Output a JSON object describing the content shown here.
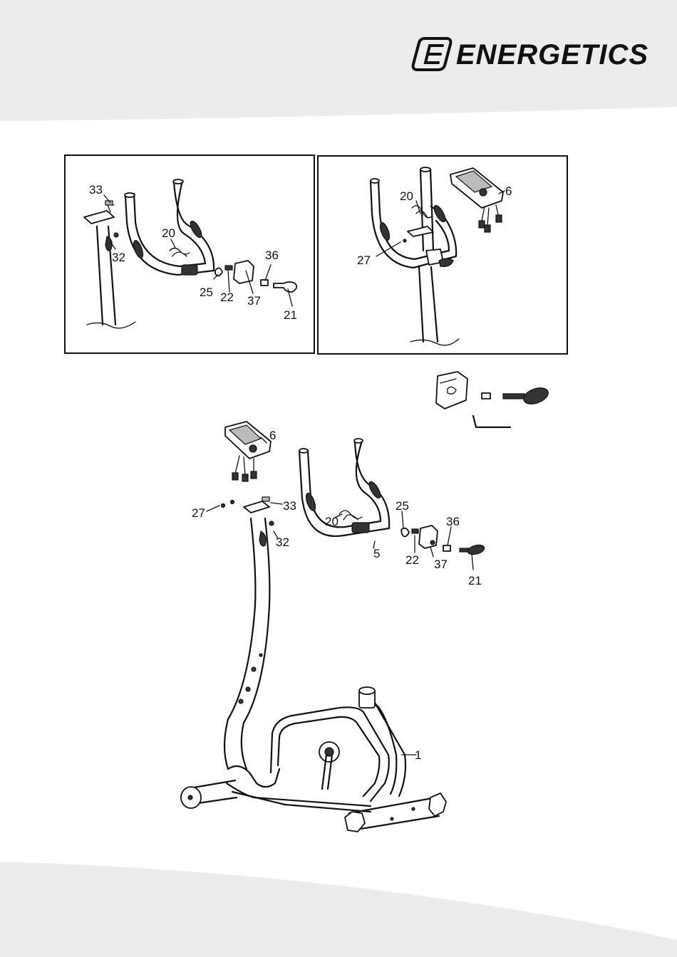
{
  "brand": {
    "name": "ENERGETICS",
    "logo_icon": "energetics-e-logo-icon"
  },
  "colors": {
    "band": "#ececec",
    "line": "#111111",
    "background": "#ffffff"
  },
  "panel_left": {
    "labels": [
      {
        "id": "33",
        "text": "33"
      },
      {
        "id": "32",
        "text": "32"
      },
      {
        "id": "20",
        "text": "20"
      },
      {
        "id": "36",
        "text": "36"
      },
      {
        "id": "25",
        "text": "25"
      },
      {
        "id": "22",
        "text": "22"
      },
      {
        "id": "37",
        "text": "37"
      },
      {
        "id": "21",
        "text": "21"
      }
    ]
  },
  "panel_right": {
    "labels": [
      {
        "id": "20",
        "text": "20"
      },
      {
        "id": "6",
        "text": "6"
      },
      {
        "id": "27",
        "text": "27"
      }
    ]
  },
  "main": {
    "labels": [
      {
        "id": "6",
        "text": "6"
      },
      {
        "id": "27",
        "text": "27"
      },
      {
        "id": "33",
        "text": "33"
      },
      {
        "id": "32",
        "text": "32"
      },
      {
        "id": "20",
        "text": "20"
      },
      {
        "id": "25",
        "text": "25"
      },
      {
        "id": "5",
        "text": "5"
      },
      {
        "id": "36",
        "text": "36"
      },
      {
        "id": "22",
        "text": "22"
      },
      {
        "id": "37",
        "text": "37"
      },
      {
        "id": "21",
        "text": "21"
      },
      {
        "id": "1",
        "text": "1"
      }
    ]
  },
  "tools_icons": [
    "clamp-cover-icon",
    "spacer-icon",
    "knob-bolt-icon",
    "allen-key-icon"
  ]
}
